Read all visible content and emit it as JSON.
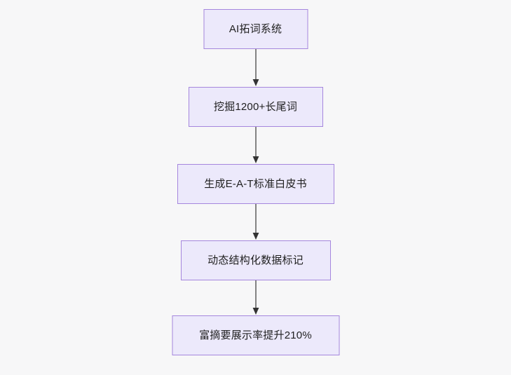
{
  "diagram": {
    "type": "flowchart",
    "direction": "top-to-bottom",
    "background_color": "#f7f7f8",
    "node_fill_color": "#ece9fb",
    "node_border_color": "#a586dd",
    "node_text_color": "#1f1f1f",
    "connector_color": "#666666",
    "arrowhead_color": "#333333",
    "nodes": [
      {
        "id": "n0",
        "label": "AI拓词系统"
      },
      {
        "id": "n1",
        "label": "挖掘1200+长尾词"
      },
      {
        "id": "n2",
        "label": "生成E-A-T标准白皮书"
      },
      {
        "id": "n3",
        "label": "动态结构化数据标记"
      },
      {
        "id": "n4",
        "label": "富摘要展示率提升210%"
      }
    ],
    "edges": [
      {
        "from": "n0",
        "to": "n1",
        "label": ""
      },
      {
        "from": "n1",
        "to": "n2",
        "label": ""
      },
      {
        "from": "n2",
        "to": "n3",
        "label": ""
      },
      {
        "from": "n3",
        "to": "n4",
        "label": ""
      }
    ]
  }
}
